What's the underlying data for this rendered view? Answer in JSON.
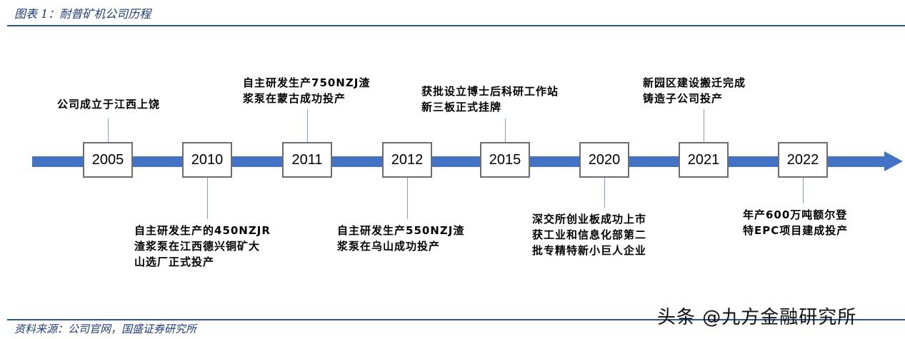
{
  "figure": {
    "title": "图表 1：耐普矿机公司历程",
    "source": "资料来源：公司官网，国盛证券研究所",
    "watermark": "头条 @九方金融研究所"
  },
  "timeline": [
    {
      "year": "2005",
      "position": "above",
      "lines": [
        "公司成立于江西上饶"
      ]
    },
    {
      "year": "2010",
      "position": "below",
      "lines": [
        "自主研发生产的450NZJR",
        "渣浆泵在江西德兴铜矿大",
        "山选厂正式投产"
      ]
    },
    {
      "year": "2011",
      "position": "above",
      "lines": [
        "自主研发生产750NZJ渣",
        "浆泵在蒙古成功投产"
      ]
    },
    {
      "year": "2012",
      "position": "below",
      "lines": [
        "自主研发生产550NZJ渣",
        "浆泵在乌山成功投产"
      ]
    },
    {
      "year": "2015",
      "position": "above",
      "lines": [
        "获批设立博士后科研工作站",
        "新三板正式挂牌"
      ]
    },
    {
      "year": "2020",
      "position": "below",
      "lines": [
        "深交所创业板成功上市",
        "获工业和信息化部第二",
        "批专精特新小巨人企业"
      ]
    },
    {
      "year": "2021",
      "position": "above",
      "lines": [
        "新园区建设搬迁完成",
        "铸造子公司投产"
      ]
    },
    {
      "year": "2022",
      "position": "below",
      "lines": [
        "年产600万吨额尔登",
        "特EPC项目建成投产"
      ]
    }
  ]
}
